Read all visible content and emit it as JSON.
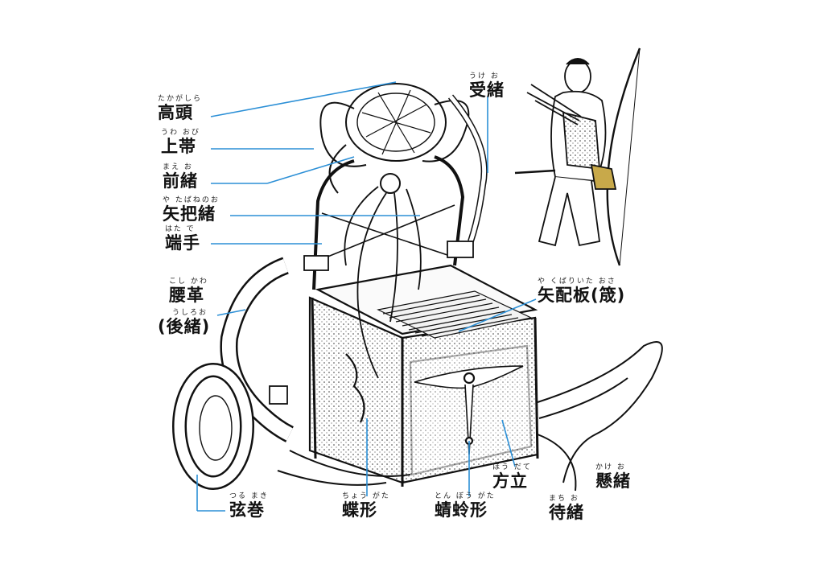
{
  "colors": {
    "leader": "#2b8fd6",
    "ink": "#111111",
    "shade": "#555555"
  },
  "labels": [
    {
      "id": "takagashira",
      "ruby": "たかがしら",
      "main": "高頭"
    },
    {
      "id": "uwaobi",
      "ruby": "うわ おび",
      "main": "上帯"
    },
    {
      "id": "maeo",
      "ruby": "まえ お",
      "main": "前緒"
    },
    {
      "id": "yatabaneno",
      "ruby": "や たばねのお",
      "main": "矢把緒"
    },
    {
      "id": "hatade",
      "ruby": "はた で",
      "main": "端手"
    },
    {
      "id": "koshigawa",
      "ruby": "こし かわ",
      "main": "腰革"
    },
    {
      "id": "ushiroo",
      "ruby": "うしろお",
      "main": "(後緒)"
    },
    {
      "id": "ukeo",
      "ruby": "うけ お",
      "main": "受緒"
    },
    {
      "id": "yakubariita",
      "ruby": "や くばりいた おさ",
      "main": "矢配板(筬)"
    },
    {
      "id": "houdate",
      "ruby": "ほう だて",
      "main": "方立"
    },
    {
      "id": "kakeo",
      "ruby": "かけ お",
      "main": "懸緒"
    },
    {
      "id": "machio",
      "ruby": "まち お",
      "main": "待緒"
    },
    {
      "id": "tsurumaki",
      "ruby": "つる まき",
      "main": "弦巻"
    },
    {
      "id": "chougata",
      "ruby": "ちょう がた",
      "main": "蝶形"
    },
    {
      "id": "tonbougata",
      "ruby": "とん ぼう がた",
      "main": "蜻蛉形"
    }
  ]
}
